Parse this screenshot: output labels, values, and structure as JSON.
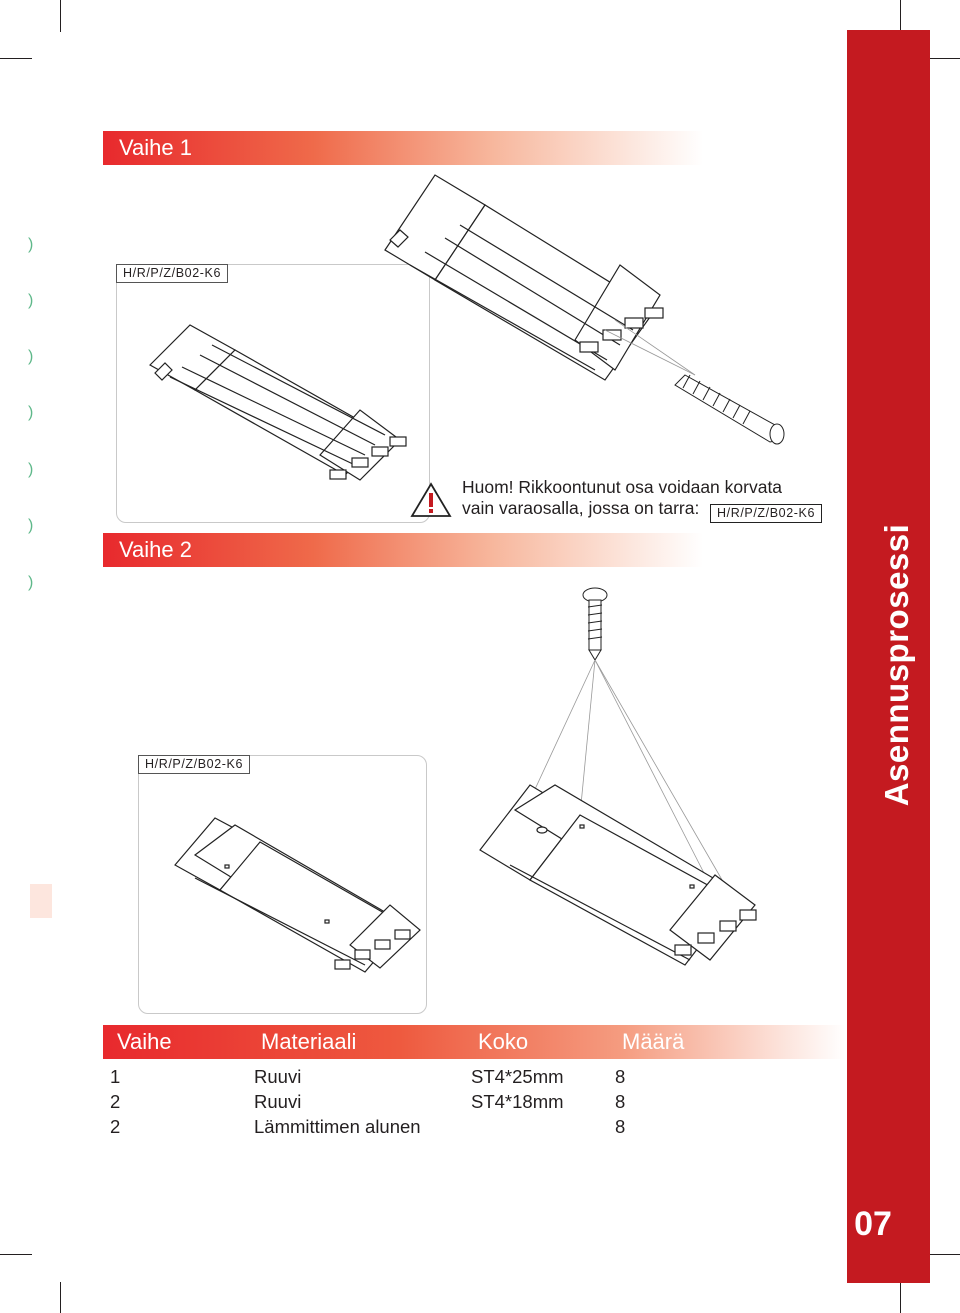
{
  "steps": {
    "step1_label": "Vaihe 1",
    "step2_label": "Vaihe 2"
  },
  "part_tags": {
    "frame1_tag": "H/R/P/Z/B02-K6",
    "frame2_tag": "H/R/P/Z/B02-K6",
    "note_tag": "H/R/P/Z/B02-K6"
  },
  "note": {
    "line1": "Huom! Rikkoontunut osa voidaan korvata",
    "line2": "vain varaosalla, jossa on tarra:"
  },
  "side": {
    "title": "Asennusprosessi",
    "page_number": "07"
  },
  "table": {
    "headers": [
      "Vaihe",
      "Materiaali",
      "Koko",
      "Määrä"
    ],
    "rows": [
      {
        "step": "1",
        "material": "Ruuvi",
        "size": "ST4*25mm",
        "qty": "8"
      },
      {
        "step": "2",
        "material": "Ruuvi",
        "size": "ST4*18mm",
        "qty": "8"
      },
      {
        "step": "2",
        "material": "Lämmittimen alunen",
        "size": "",
        "qty": "8"
      }
    ]
  },
  "colors": {
    "brand_red": "#c41a20",
    "bar_red": "#e8292d"
  }
}
